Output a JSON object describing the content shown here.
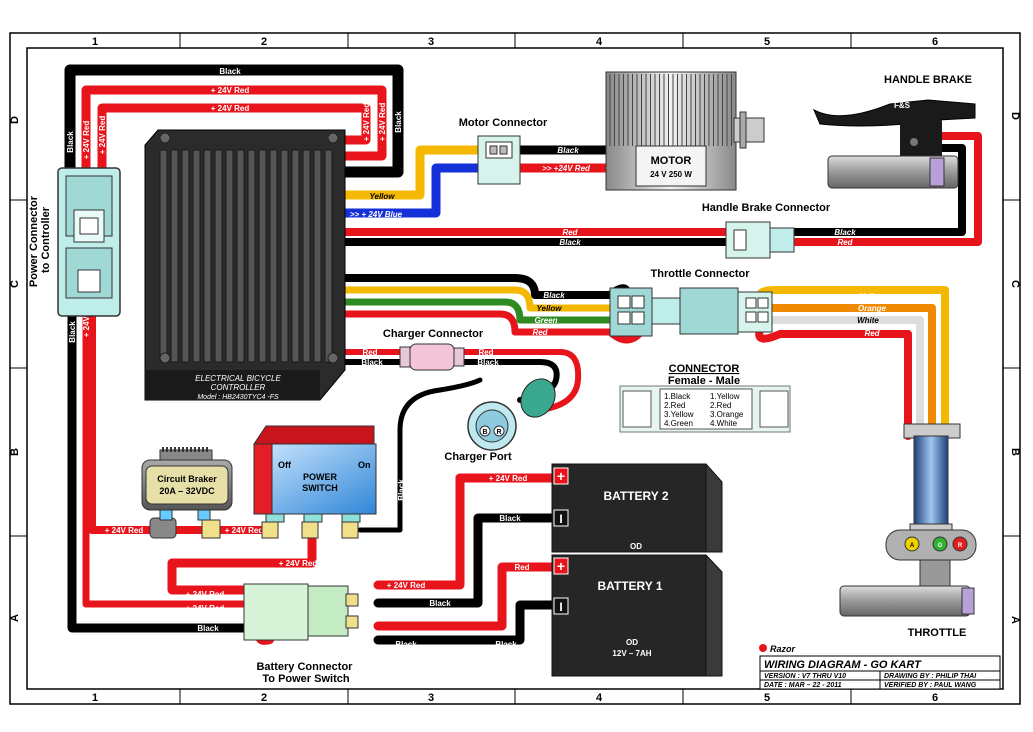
{
  "grid": {
    "columns": [
      "1",
      "2",
      "3",
      "4",
      "5",
      "6"
    ],
    "rows": [
      "D",
      "C",
      "B",
      "A"
    ]
  },
  "components": {
    "power_connector": "Power Connector\nto Controller",
    "controller_line1": "ELECTRICAL BICYCLE",
    "controller_line2": "CONTROLLER",
    "controller_model": "Model : HB2430TYC4 -FS",
    "motor_connector": "Motor Connector",
    "motor_name": "MOTOR",
    "motor_spec": "24 V 250 W",
    "handle_brake": "HANDLE BRAKE",
    "handle_brake_badge": "F&S",
    "handle_brake_connector": "Handle Brake Connector",
    "throttle_connector": "Throttle Connector",
    "charger_connector": "Charger Connector",
    "charger_port": "Charger Port",
    "charger_port_pins": [
      "B",
      "R"
    ],
    "circuit_breaker_line1": "Circuit Braker",
    "circuit_breaker_line2": "20A – 32VDC",
    "power_switch_line1": "POWER",
    "power_switch_line2": "SWITCH",
    "power_switch_off": "Off",
    "power_switch_on": "On",
    "battery2": "BATTERY 2",
    "battery1": "BATTERY 1",
    "battery2_bottom": "OD",
    "battery1_bottom1": "OD",
    "battery1_bottom2": "12V – 7AH",
    "battery_connector": "Battery Connector\nTo Power Switch",
    "throttle": "THROTTLE",
    "throttle_buttons": [
      "A",
      "G",
      "R"
    ]
  },
  "connector_legend": {
    "title": "CONNECTOR",
    "subtitle": "Female  -  Male",
    "female_pins": [
      "1.Black",
      "2.Red",
      "3.Yellow",
      "4.Green"
    ],
    "male_pins": [
      "1.Yellow",
      "2.Red",
      "3.Orange",
      "4.White"
    ]
  },
  "wire_labels": {
    "black": "Black",
    "red": "Red",
    "yellow": "Yellow",
    "green": "Green",
    "orange": "Orange",
    "white": "White",
    "plus24_red": "+ 24V Red",
    "plus24_red_arrow": ">> +24V Red",
    "plus24_blue": ">> + 24V Blue"
  },
  "title_block": {
    "brand": "Razor",
    "title": "WIRING DIAGRAM - GO KART",
    "version": "VERSION : V7 THRU V10",
    "date": "DATE : MAR – 22 - 2011",
    "drawing_by": "DRAWING BY : PHILIP THAI",
    "verified_by": "VERIFIED BY : PAUL WANG"
  },
  "colors": {
    "wire_black": "#000000",
    "wire_red": "#e8141c",
    "wire_yellow": "#f5b800",
    "wire_blue": "#1530d8",
    "wire_green": "#2e8b22",
    "wire_orange": "#f08a00",
    "connector_teal": "#bfeeea",
    "switch_red": "#e41e26",
    "switch_blue": "#4aa8ea",
    "battery": "#222222"
  }
}
